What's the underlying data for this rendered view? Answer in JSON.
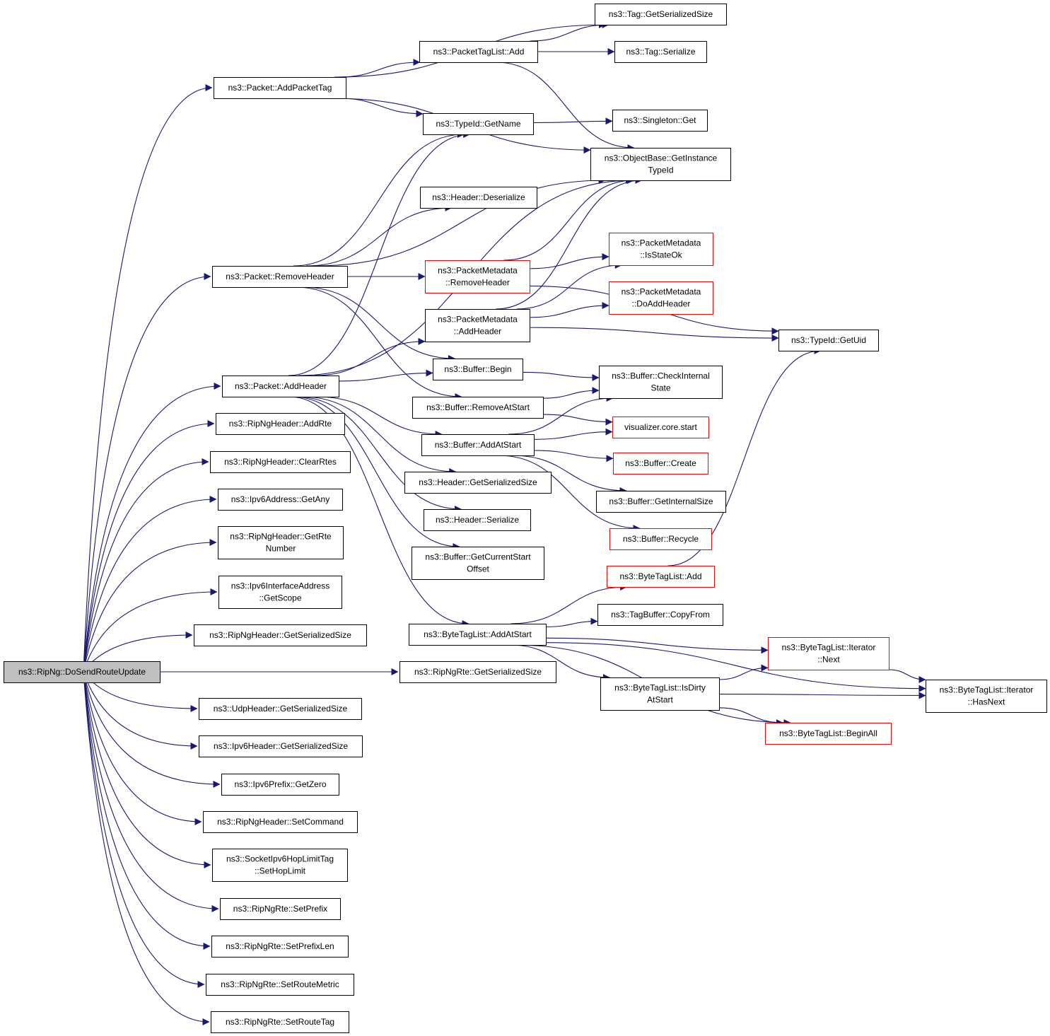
{
  "colors": {
    "edge": "#191970",
    "border_normal": "#000000",
    "border_truncated": "#ff0000",
    "root_fill": "#bfbfbf",
    "node_fill": "#ffffff"
  },
  "nodes": [
    {
      "id": "root",
      "label": [
        "ns3::RipNg::DoSendRouteUpdate"
      ],
      "style": "root"
    },
    {
      "id": "pkt_addpackettag",
      "label": [
        "ns3::Packet::AddPacketTag"
      ],
      "style": "normal"
    },
    {
      "id": "pkt_removeheader",
      "label": [
        "ns3::Packet::RemoveHeader"
      ],
      "style": "normal"
    },
    {
      "id": "pkt_addheader",
      "label": [
        "ns3::Packet::AddHeader"
      ],
      "style": "normal"
    },
    {
      "id": "ripngheader_addrte",
      "label": [
        "ns3::RipNgHeader::AddRte"
      ],
      "style": "normal"
    },
    {
      "id": "ripngheader_clearrtes",
      "label": [
        "ns3::RipNgHeader::ClearRtes"
      ],
      "style": "normal"
    },
    {
      "id": "ipv6address_getany",
      "label": [
        "ns3::Ipv6Address::GetAny"
      ],
      "style": "normal"
    },
    {
      "id": "ripngheader_getrtenumber",
      "label": [
        "ns3::RipNgHeader::GetRte",
        "Number"
      ],
      "style": "normal"
    },
    {
      "id": "ipv6ifaddr_getscope",
      "label": [
        "ns3::Ipv6InterfaceAddress",
        "::GetScope"
      ],
      "style": "normal"
    },
    {
      "id": "ripngheader_getserializedsize",
      "label": [
        "ns3::RipNgHeader::GetSerializedSize"
      ],
      "style": "normal"
    },
    {
      "id": "udpheader_getserializedsize",
      "label": [
        "ns3::UdpHeader::GetSerializedSize"
      ],
      "style": "normal"
    },
    {
      "id": "ipv6header_getserializedsize",
      "label": [
        "ns3::Ipv6Header::GetSerializedSize"
      ],
      "style": "normal"
    },
    {
      "id": "ipv6prefix_getzero",
      "label": [
        "ns3::Ipv6Prefix::GetZero"
      ],
      "style": "normal"
    },
    {
      "id": "ripngheader_setcommand",
      "label": [
        "ns3::RipNgHeader::SetCommand"
      ],
      "style": "normal"
    },
    {
      "id": "sockethoplimit_sethoplimit",
      "label": [
        "ns3::SocketIpv6HopLimitTag",
        "::SetHopLimit"
      ],
      "style": "normal"
    },
    {
      "id": "ripngrte_setprefix",
      "label": [
        "ns3::RipNgRte::SetPrefix"
      ],
      "style": "normal"
    },
    {
      "id": "ripngrte_setprefixlen",
      "label": [
        "ns3::RipNgRte::SetPrefixLen"
      ],
      "style": "normal"
    },
    {
      "id": "ripngrte_setroutemetric",
      "label": [
        "ns3::RipNgRte::SetRouteMetric"
      ],
      "style": "normal"
    },
    {
      "id": "ripngrte_setroutetag",
      "label": [
        "ns3::RipNgRte::SetRouteTag"
      ],
      "style": "normal"
    },
    {
      "id": "packettaglist_add",
      "label": [
        "ns3::PacketTagList::Add"
      ],
      "style": "normal"
    },
    {
      "id": "typeid_getname",
      "label": [
        "ns3::TypeId::GetName"
      ],
      "style": "normal"
    },
    {
      "id": "header_deserialize",
      "label": [
        "ns3::Header::Deserialize"
      ],
      "style": "normal"
    },
    {
      "id": "pmd_removeheader",
      "label": [
        "ns3::PacketMetadata",
        "::RemoveHeader"
      ],
      "style": "truncated"
    },
    {
      "id": "pmd_addheader",
      "label": [
        "ns3::PacketMetadata",
        "::AddHeader"
      ],
      "style": "normal"
    },
    {
      "id": "buffer_begin",
      "label": [
        "ns3::Buffer::Begin"
      ],
      "style": "normal"
    },
    {
      "id": "buffer_removeatstart",
      "label": [
        "ns3::Buffer::RemoveAtStart"
      ],
      "style": "normal"
    },
    {
      "id": "buffer_addatstart",
      "label": [
        "ns3::Buffer::AddAtStart"
      ],
      "style": "normal"
    },
    {
      "id": "header_getserializedsize",
      "label": [
        "ns3::Header::GetSerializedSize"
      ],
      "style": "normal"
    },
    {
      "id": "header_serialize",
      "label": [
        "ns3::Header::Serialize"
      ],
      "style": "normal"
    },
    {
      "id": "buffer_getcurrentstartoffset",
      "label": [
        "ns3::Buffer::GetCurrentStart",
        "Offset"
      ],
      "style": "normal"
    },
    {
      "id": "bytetaglist_addatstart",
      "label": [
        "ns3::ByteTagList::AddAtStart"
      ],
      "style": "normal"
    },
    {
      "id": "ripngrte_getserializedsize",
      "label": [
        "ns3::RipNgRte::GetSerializedSize"
      ],
      "style": "normal"
    },
    {
      "id": "tag_getserializedsize",
      "label": [
        "ns3::Tag::GetSerializedSize"
      ],
      "style": "normal"
    },
    {
      "id": "tag_serialize",
      "label": [
        "ns3::Tag::Serialize"
      ],
      "style": "normal"
    },
    {
      "id": "singleton_get",
      "label": [
        "ns3::Singleton::Get"
      ],
      "style": "normal"
    },
    {
      "id": "objectbase_getinstancetypeid",
      "label": [
        "ns3::ObjectBase::GetInstance",
        "TypeId"
      ],
      "style": "normal"
    },
    {
      "id": "pmd_isstateok",
      "label": [
        "ns3::PacketMetadata",
        "::IsStateOk"
      ],
      "style": "truncated"
    },
    {
      "id": "pmd_doaddheader",
      "label": [
        "ns3::PacketMetadata",
        "::DoAddHeader"
      ],
      "style": "truncated"
    },
    {
      "id": "typeid_getuid",
      "label": [
        "ns3::TypeId::GetUid"
      ],
      "style": "normal"
    },
    {
      "id": "buffer_checkinternalstate",
      "label": [
        "ns3::Buffer::CheckInternal",
        "State"
      ],
      "style": "normal"
    },
    {
      "id": "visualizer_core_start",
      "label": [
        "visualizer.core.start"
      ],
      "style": "truncated"
    },
    {
      "id": "buffer_create",
      "label": [
        "ns3::Buffer::Create"
      ],
      "style": "truncated"
    },
    {
      "id": "buffer_getinternalsize",
      "label": [
        "ns3::Buffer::GetInternalSize"
      ],
      "style": "normal"
    },
    {
      "id": "buffer_recycle",
      "label": [
        "ns3::Buffer::Recycle"
      ],
      "style": "truncated"
    },
    {
      "id": "bytetaglist_add",
      "label": [
        "ns3::ByteTagList::Add"
      ],
      "style": "truncated"
    },
    {
      "id": "tagbuffer_copyfrom",
      "label": [
        "ns3::TagBuffer::CopyFrom"
      ],
      "style": "normal"
    },
    {
      "id": "bytetaglist_isdirtyatstart",
      "label": [
        "ns3::ByteTagList::IsDirty",
        "AtStart"
      ],
      "style": "normal"
    },
    {
      "id": "bytetaglist_iterator_next",
      "label": [
        "ns3::ByteTagList::Iterator",
        "::Next"
      ],
      "style": "truncated"
    },
    {
      "id": "bytetaglist_beginall",
      "label": [
        "ns3::ByteTagList::BeginAll"
      ],
      "style": "truncated"
    },
    {
      "id": "bytetaglist_iterator_hasnext",
      "label": [
        "ns3::ByteTagList::Iterator",
        "::HasNext"
      ],
      "style": "normal"
    }
  ],
  "edges": [
    [
      "root",
      "pkt_addpackettag"
    ],
    [
      "root",
      "pkt_removeheader"
    ],
    [
      "root",
      "pkt_addheader"
    ],
    [
      "root",
      "ripngheader_addrte"
    ],
    [
      "root",
      "ripngheader_clearrtes"
    ],
    [
      "root",
      "ipv6address_getany"
    ],
    [
      "root",
      "ripngheader_getrtenumber"
    ],
    [
      "root",
      "ipv6ifaddr_getscope"
    ],
    [
      "root",
      "ripngheader_getserializedsize"
    ],
    [
      "root",
      "ripngrte_getserializedsize"
    ],
    [
      "root",
      "udpheader_getserializedsize"
    ],
    [
      "root",
      "ipv6header_getserializedsize"
    ],
    [
      "root",
      "ipv6prefix_getzero"
    ],
    [
      "root",
      "ripngheader_setcommand"
    ],
    [
      "root",
      "sockethoplimit_sethoplimit"
    ],
    [
      "root",
      "ripngrte_setprefix"
    ],
    [
      "root",
      "ripngrte_setprefixlen"
    ],
    [
      "root",
      "ripngrte_setroutemetric"
    ],
    [
      "root",
      "ripngrte_setroutetag"
    ],
    [
      "pkt_addpackettag",
      "tag_getserializedsize"
    ],
    [
      "pkt_addpackettag",
      "packettaglist_add"
    ],
    [
      "pkt_addpackettag",
      "objectbase_getinstancetypeid"
    ],
    [
      "pkt_addpackettag",
      "typeid_getname"
    ],
    [
      "packettaglist_add",
      "tag_getserializedsize"
    ],
    [
      "packettaglist_add",
      "tag_serialize"
    ],
    [
      "packettaglist_add",
      "objectbase_getinstancetypeid"
    ],
    [
      "typeid_getname",
      "singleton_get"
    ],
    [
      "pkt_removeheader",
      "typeid_getname"
    ],
    [
      "pkt_removeheader",
      "objectbase_getinstancetypeid"
    ],
    [
      "pkt_removeheader",
      "header_deserialize"
    ],
    [
      "pkt_removeheader",
      "pmd_removeheader"
    ],
    [
      "pkt_removeheader",
      "buffer_begin"
    ],
    [
      "pkt_removeheader",
      "buffer_removeatstart"
    ],
    [
      "pmd_removeheader",
      "objectbase_getinstancetypeid"
    ],
    [
      "pmd_removeheader",
      "pmd_isstateok"
    ],
    [
      "pmd_removeheader",
      "typeid_getuid"
    ],
    [
      "pmd_addheader",
      "objectbase_getinstancetypeid"
    ],
    [
      "pmd_addheader",
      "pmd_isstateok"
    ],
    [
      "pmd_addheader",
      "pmd_doaddheader"
    ],
    [
      "pmd_addheader",
      "typeid_getuid"
    ],
    [
      "pkt_addheader",
      "typeid_getname"
    ],
    [
      "pkt_addheader",
      "objectbase_getinstancetypeid"
    ],
    [
      "pkt_addheader",
      "pmd_addheader"
    ],
    [
      "pkt_addheader",
      "buffer_begin"
    ],
    [
      "pkt_addheader",
      "buffer_addatstart"
    ],
    [
      "pkt_addheader",
      "header_getserializedsize"
    ],
    [
      "pkt_addheader",
      "header_serialize"
    ],
    [
      "pkt_addheader",
      "buffer_getcurrentstartoffset"
    ],
    [
      "pkt_addheader",
      "bytetaglist_addatstart"
    ],
    [
      "buffer_begin",
      "buffer_checkinternalstate"
    ],
    [
      "buffer_removeatstart",
      "buffer_checkinternalstate"
    ],
    [
      "buffer_removeatstart",
      "visualizer_core_start"
    ],
    [
      "buffer_addatstart",
      "buffer_checkinternalstate"
    ],
    [
      "buffer_addatstart",
      "visualizer_core_start"
    ],
    [
      "buffer_addatstart",
      "buffer_create"
    ],
    [
      "buffer_addatstart",
      "buffer_getinternalsize"
    ],
    [
      "buffer_addatstart",
      "buffer_recycle"
    ],
    [
      "bytetaglist_addatstart",
      "bytetaglist_add"
    ],
    [
      "bytetaglist_addatstart",
      "tagbuffer_copyfrom"
    ],
    [
      "bytetaglist_addatstart",
      "bytetaglist_iterator_next"
    ],
    [
      "bytetaglist_addatstart",
      "bytetaglist_isdirtyatstart"
    ],
    [
      "bytetaglist_addatstart",
      "bytetaglist_beginall"
    ],
    [
      "bytetaglist_addatstart",
      "bytetaglist_iterator_hasnext"
    ],
    [
      "bytetaglist_add",
      "typeid_getuid"
    ],
    [
      "bytetaglist_isdirtyatstart",
      "bytetaglist_iterator_next"
    ],
    [
      "bytetaglist_isdirtyatstart",
      "bytetaglist_iterator_hasnext"
    ],
    [
      "bytetaglist_isdirtyatstart",
      "bytetaglist_beginall"
    ],
    [
      "bytetaglist_iterator_next",
      "bytetaglist_iterator_hasnext"
    ]
  ]
}
